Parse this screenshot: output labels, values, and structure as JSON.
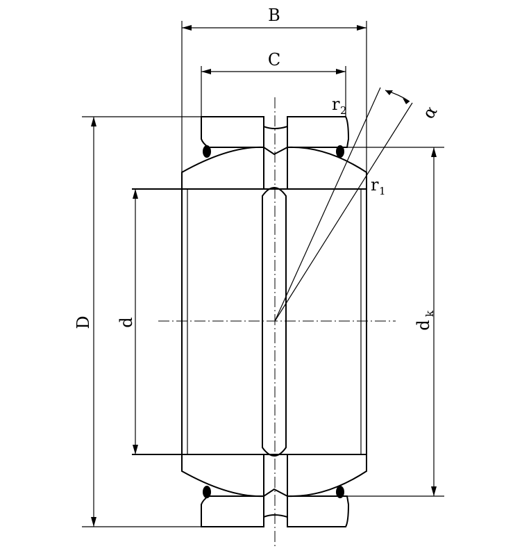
{
  "labels": {
    "B": "B",
    "C": "C",
    "D": "D",
    "d": "d",
    "dk": "d",
    "dk_sub": "k",
    "r1": "r",
    "r1_sub": "1",
    "r2": "r",
    "r2_sub": "2",
    "alpha": "α"
  }
}
